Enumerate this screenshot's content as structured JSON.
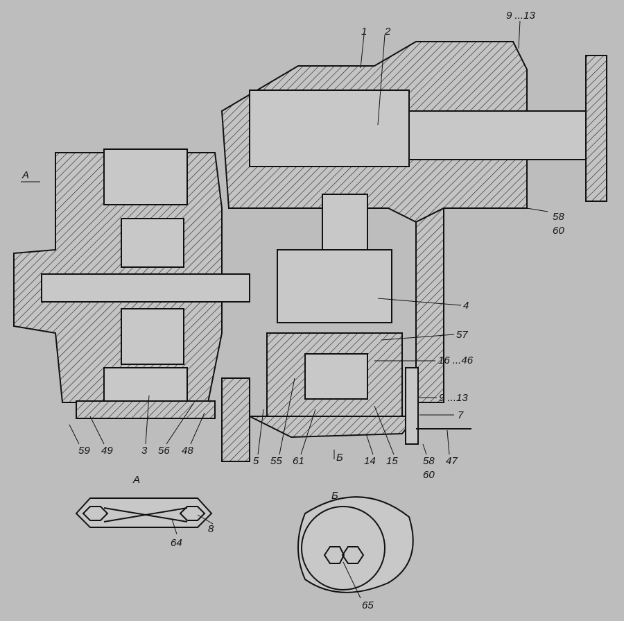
{
  "labels": {
    "l1": "1",
    "l2": "2",
    "l9_13_top": "9 ...13",
    "lA": "A",
    "l58_top": "58",
    "l60_top": "60",
    "l4": "4",
    "l57": "57",
    "l16_46": "16 ...46",
    "l9_13_mid": "9 ...13",
    "l7": "7",
    "l47": "47",
    "l58_bot": "58",
    "l60_bot": "60",
    "l14": "14",
    "lB": "Б",
    "l15": "15",
    "l61": "61",
    "l55": "55",
    "l5": "5",
    "l48": "48",
    "l56": "56",
    "l3": "3",
    "l49": "49",
    "l59": "59"
  },
  "views": {
    "view_a": {
      "title": "A",
      "l8": "8",
      "l64": "64"
    },
    "view_b": {
      "title": "Б",
      "l65": "65"
    }
  }
}
